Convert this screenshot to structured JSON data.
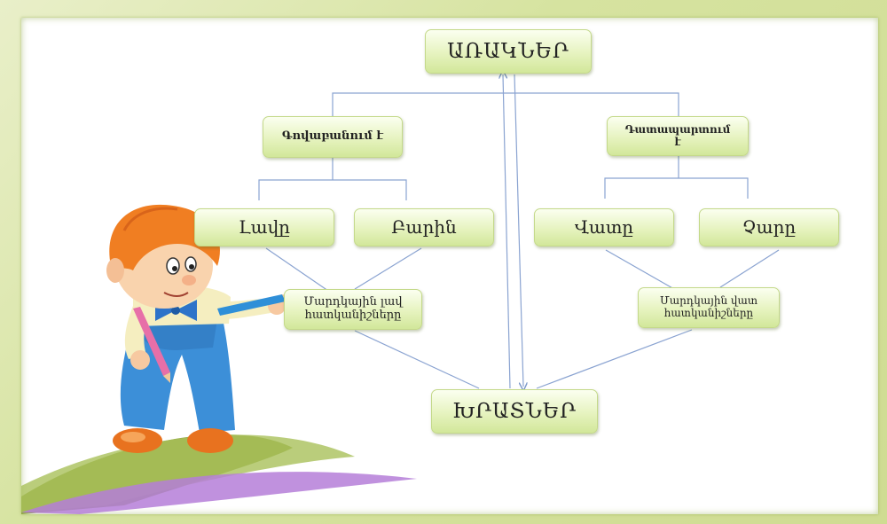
{
  "diagram": {
    "root": "ԱՌԱԿՆԵՐ",
    "left_branch": "Գովաբանում է",
    "right_branch": "Դատապարտում է",
    "left_leaves": [
      "Լավը",
      "Բարին"
    ],
    "right_leaves": [
      "Վատը",
      "Չարը"
    ],
    "left_traits": "Մարդկային լավ հատկանիշները",
    "right_traits": "Մարդկային վատ հատկանիշները",
    "bottom": "ԽՐԱՏՆԵՐ"
  }
}
